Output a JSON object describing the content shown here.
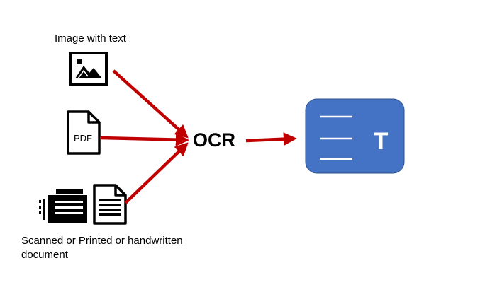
{
  "inputs": {
    "image": {
      "label": "Image with text",
      "icon": "image-icon"
    },
    "pdf": {
      "label": "PDF",
      "icon": "pdf-document-icon"
    },
    "scanned": {
      "label": "Scanned or Printed or handwritten document",
      "icons": [
        "printer-icon",
        "document-icon"
      ]
    }
  },
  "process": {
    "label": "OCR"
  },
  "output": {
    "letter": "T",
    "icon": "text-document-icon"
  },
  "colors": {
    "arrow": "#c00000",
    "output_fill": "#4472c4",
    "output_stroke": "#2f528f",
    "output_text": "#ffffff",
    "icon_stroke": "#000000"
  }
}
